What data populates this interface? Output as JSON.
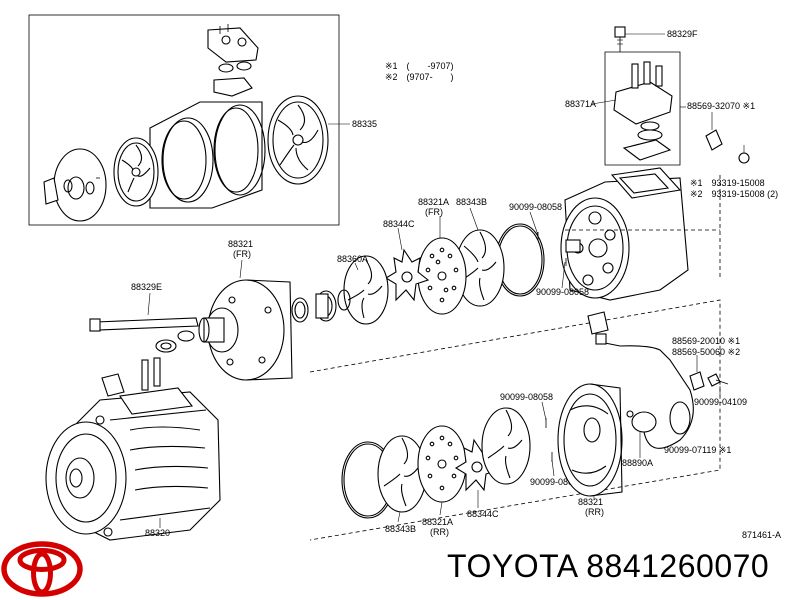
{
  "labels": {
    "l88329F": "88329F",
    "note1": "※1　(　　-9707)",
    "note2": "※2　(9707-　　)",
    "l88335": "88335",
    "l88371A": "88371A",
    "l88569_32070": "88569-32070 ※1",
    "l93319_15008a": "※1　93319-15008",
    "l93319_15008b": "※2　93319-15008 (2)",
    "l88321fr": "88321",
    "fr1": "(FR)",
    "l88321Afr": "88321A",
    "fr2": "(FR)",
    "l88344Ctop": "88344C",
    "l88343Btop": "88343B",
    "l90099_08058a": "90099-08058",
    "l90099_08058b": "90099-08058",
    "l88360A": "88360A",
    "l88329E": "88329E",
    "l88569_20010": "88569-20010 ※1",
    "l88569_50060": "88569-50060 ※2",
    "l90099_04109": "90099-04109",
    "l90099_08058c": "90099-08058",
    "l90099_07119": "90099-07119 ※1",
    "l88890A": "88890A",
    "l90099_08058d": "90099-08058",
    "l88320": "88320",
    "l88343Bbot": "88343B",
    "l88321Arr": "88321A",
    "rr1": "(RR)",
    "l88344Cbot": "88344C",
    "l88321rr": "88321",
    "rr2": "(RR)",
    "l871461A": "871461-A"
  },
  "footer": {
    "brand_part": "TOYOTA 8841260070"
  },
  "icons": {
    "logo": "toyota-logo-icon"
  },
  "colors": {
    "logo_red": "#d40000"
  }
}
